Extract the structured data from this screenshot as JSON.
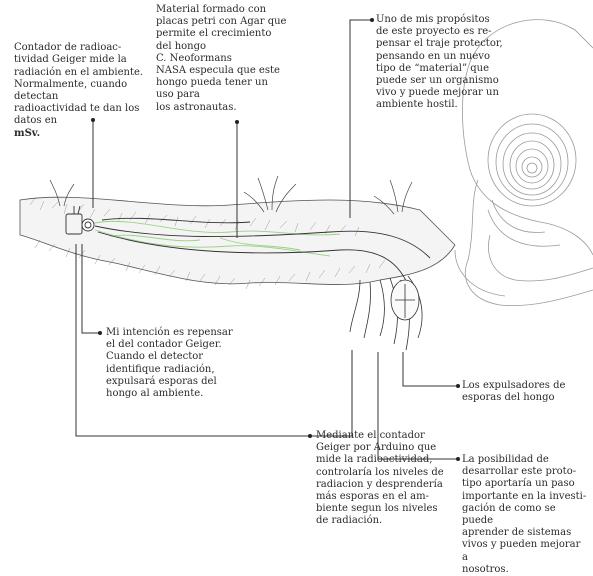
{
  "annotations": {
    "geiger_intro": "Contador de radioac-\ntividad Geiger mide la\nradiación en el ambiente.\nNormalmente, cuando\ndetectan\nradioactividad te dan los\ndatos en",
    "geiger_unit": "mSv.",
    "petri": "Material formado con\nplacas petri con Agar que\npermite el crecimiento\ndel hongo\nC. Neoformans\nNASA especula que este\nhongo pueda tener un\nuso para\nlos astronautas.",
    "purpose": "Uno de mis propósitos\nde este proyecto es re-\npensar el traje protector,\npensando en un nuevo\ntipo de “material” que\npuede ser un organismo\nvivo y puede mejorar un\nambiente hostil.",
    "intention": "Mi intención es repensar\nel del contador Geiger.\nCuando el detector\nidentifique radiación,\nexpulsará esporas del\nhongo al ambiente.",
    "expellers": "Los expulsadores de\nesporas del hongo",
    "arduino": "Mediante el contador\nGeiger por Arduino que\nmide la radioactividad,\ncontrolaría los niveles de\nradiacion y desprendería\nmás esporas en el am-\nbiente segun los niveles\nde radiación.",
    "possibility": "La posibilidad de\ndesarrollar este proto-\ntipo aportaría un paso\nimportante en la investi-\ngación de como se puede\naprender de sistemas\nvivos y pueden mejorar a\nnosotros."
  },
  "colors": {
    "ink": "#2b2b2b",
    "fungus_green": "#8fcf7a",
    "hair_gray": "#7a7a7a",
    "head_lines": "#9a9a9a"
  }
}
